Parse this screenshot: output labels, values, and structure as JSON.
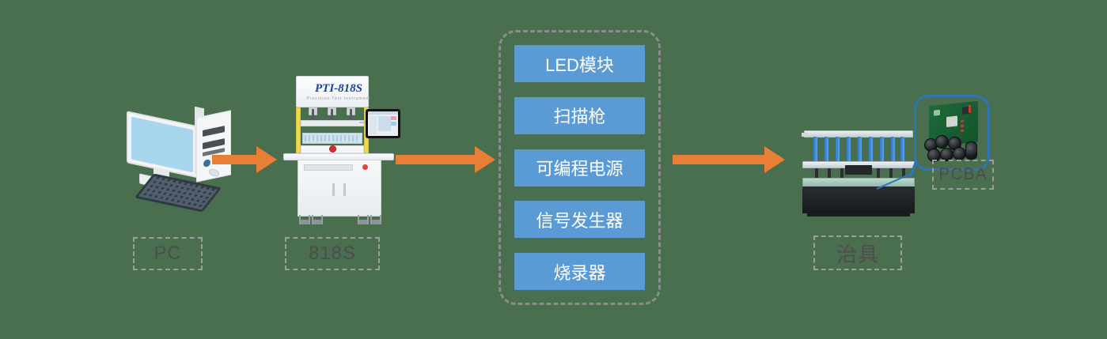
{
  "diagram": {
    "background_color": "#4a6f4e",
    "accent_arrow_color": "#e87f36",
    "module_box_color": "#5b9bd5",
    "callout_color": "#2e75b6",
    "dashed_border_color": "#9d9d9d"
  },
  "nodes": {
    "pc": {
      "label": "PC",
      "icon": "desktop-computer-icon"
    },
    "machine": {
      "label": "818S",
      "brand": "PTI-818S",
      "brand_sub": "Precision Test Instrument",
      "icon": "test-machine-icon"
    },
    "fixture": {
      "label": "治具",
      "icon": "test-fixture-icon"
    },
    "pcba": {
      "label": "PCBA",
      "icon": "pcb-board-icon"
    }
  },
  "modules": {
    "items": [
      {
        "label": "LED模块"
      },
      {
        "label": "扫描枪"
      },
      {
        "label": "可编程电源"
      },
      {
        "label": "信号发生器"
      },
      {
        "label": "烧录器"
      }
    ]
  },
  "arrows": [
    {
      "name": "arrow-pc-to-machine"
    },
    {
      "name": "arrow-machine-to-modules"
    },
    {
      "name": "arrow-modules-to-fixture"
    }
  ]
}
